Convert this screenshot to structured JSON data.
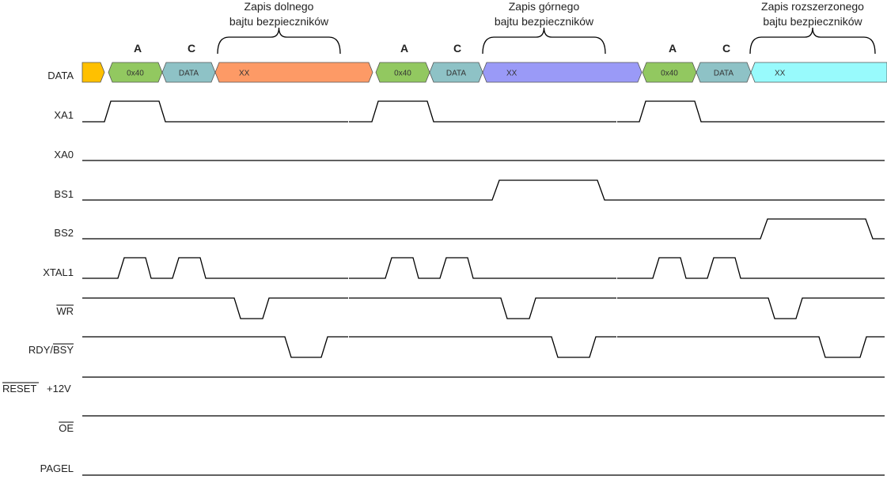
{
  "signals": [
    {
      "name": "DATA",
      "overline": ""
    },
    {
      "name": "XA1",
      "overline": ""
    },
    {
      "name": "XA0",
      "overline": ""
    },
    {
      "name": "BS1",
      "overline": ""
    },
    {
      "name": "BS2",
      "overline": ""
    },
    {
      "name": "XTAL1",
      "overline": ""
    },
    {
      "name": "WR",
      "overline": "WR"
    },
    {
      "name": "RDY/BSY",
      "overline": "BSY"
    },
    {
      "name": "RESET +12V",
      "overline": "RESET"
    },
    {
      "name": "OE",
      "overline": "OE"
    },
    {
      "name": "PAGEL",
      "overline": ""
    }
  ],
  "phases": [
    {
      "brace_label": [
        "Zapis dolnego",
        "bajtu bezpieczników"
      ],
      "letters": [
        "A",
        "C"
      ],
      "segments": [
        {
          "text": "0x40",
          "color": "#92c860"
        },
        {
          "text": "DATA",
          "color": "#8ec2c6"
        },
        {
          "text": "XX",
          "color": "#fd9a66"
        }
      ]
    },
    {
      "brace_label": [
        "Zapis górnego",
        "bajtu bezpieczników"
      ],
      "letters": [
        "A",
        "C"
      ],
      "segments": [
        {
          "text": "0x40",
          "color": "#92c860"
        },
        {
          "text": "DATA",
          "color": "#8ec2c6"
        },
        {
          "text": "XX",
          "color": "#9a9af7"
        }
      ]
    },
    {
      "brace_label": [
        "Zapis rozszerzonego",
        "bajtu bezpieczników"
      ],
      "letters": [
        "A",
        "C"
      ],
      "segments": [
        {
          "text": "0x40",
          "color": "#92c860"
        },
        {
          "text": "DATA",
          "color": "#8ec2c6"
        },
        {
          "text": "XX",
          "color": "#98fafc"
        }
      ]
    }
  ],
  "colors": {
    "initial_data": "#ffc000",
    "line": "#000000"
  }
}
